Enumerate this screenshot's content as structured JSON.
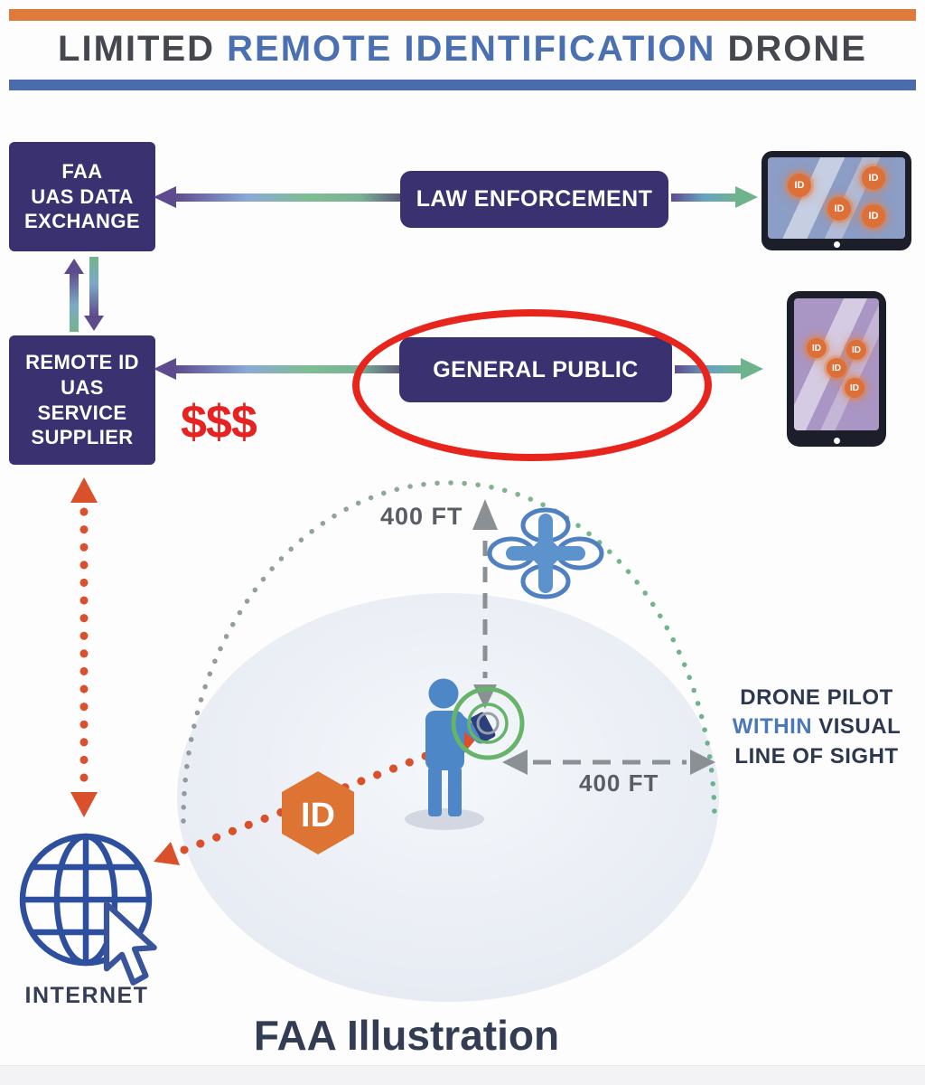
{
  "header": {
    "title_part1": "LIMITED",
    "title_part2": "REMOTE IDENTIFICATION",
    "title_part3": "DRONE"
  },
  "flowchart": {
    "faa_box": {
      "line1": "FAA",
      "line2": "UAS DATA",
      "line3": "EXCHANGE"
    },
    "law_label": "LAW ENFORCEMENT",
    "remote_box": {
      "line1": "REMOTE ID",
      "line2": "UAS",
      "line3": "SERVICE",
      "line4": "SUPPLIER"
    },
    "general_label": "GENERAL PUBLIC",
    "money": "$$$"
  },
  "tablets": {
    "badge_label": "ID"
  },
  "illustration": {
    "altitude_label": "400 FT",
    "radius_label": "400 FT",
    "id_badge": "ID",
    "internet_label": "INTERNET",
    "pilot_caption": {
      "line1": "DRONE PILOT",
      "line2_highlight": "WITHIN",
      "line2_rest": "VISUAL",
      "line3": "LINE OF SIGHT"
    }
  },
  "footer": {
    "caption": "FAA Illustration"
  },
  "colors": {
    "navy_box": "#393170",
    "orange_bar": "#dd7a3c",
    "blue_bar": "#4a6cab",
    "title_blue": "#4a70b2",
    "red_annotation": "#e8251c",
    "money_red": "#e62320",
    "dotted_orange": "#d9502a",
    "id_badge_orange": "#dd6f38",
    "arrow_purple": "#5e4b8e",
    "arrow_green": "#6fb38c",
    "globe_blue": "#2d4f9e",
    "drone_blue": "#5d93cd",
    "pilot_blue": "#4e87c8",
    "signal_green": "#66b36a",
    "dashed_gray": "#8b9095"
  }
}
